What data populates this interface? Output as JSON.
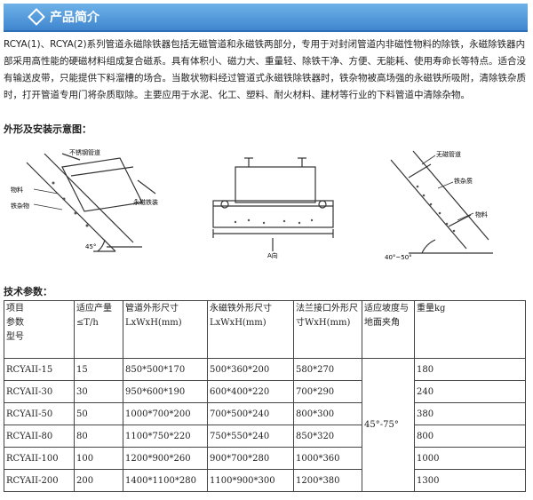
{
  "header": {
    "title": "产品简介"
  },
  "intro": "RCYA(1)、RCYA(2)系列管道永磁除铁器包括无磁管道和永磁铁两部分，专用于对封闭管道内非磁性物料的除铁，永磁除铁器内部采用高性能的硬磁材料组成复合磁系。具有体积小、磁力大、重量轻、除铁干净、方便、无能耗、使用寿命长等特点。适合没有输送皮带，只能提供下料溜槽的场合。当散状物料经过管道式永磁铁除铁器时，铁杂物被高场强的永磁铁所吸附，清除铁杂质时，打开管道专用门将杂质取除。主要应用于水泥、化工、塑料、耐火材料、建材等行业的下料管道中清除杂物。",
  "section_diagram": "外形及安装示意图：",
  "diagrams": {
    "left": {
      "label_top": "不锈钢管道",
      "label_right": "永磁铁装",
      "label_left1": "物料",
      "label_left2": "铁杂物",
      "label_angle": "45°"
    },
    "middle": {
      "label_bottom": "A向"
    },
    "right": {
      "label_top": "无磁管道",
      "label_mid": "铁杂质",
      "label_low": "物料",
      "label_angle": "40°~50°"
    }
  },
  "section_specs": "技术参数：",
  "table": {
    "headers": [
      "项目\n参数\n型号",
      "适应产量\n≤T/h",
      "管道外形尺寸\nLxWxH(mm)",
      "永磁铁外形尺寸\nLxWxH(mm)",
      "法兰接口外形尺寸WxH(mm)",
      "适应坡度与地面夹角",
      "重量kg"
    ],
    "slope_value": "45°-75°",
    "rows": [
      [
        "RCYAII-15",
        "15",
        "850*500*170",
        "500*360*200",
        "580*270",
        "180"
      ],
      [
        "RCYAII-30",
        "30",
        "950*600*190",
        "600*400*220",
        "700*290",
        "240"
      ],
      [
        "RCYAII-50",
        "50",
        "1000*700*200",
        "700*500*240",
        "800*300",
        "380"
      ],
      [
        "RCYAII-80",
        "80",
        "1100*750*220",
        "750*550*240",
        "850*320",
        "800"
      ],
      [
        "RCYAII-100",
        "100",
        "1200*900*260",
        "900*700*280",
        "1000*360",
        "1000"
      ],
      [
        "RCYAII-200",
        "200",
        "1400*1100*280",
        "1100*900*300",
        "1200*380",
        "1300"
      ]
    ]
  }
}
